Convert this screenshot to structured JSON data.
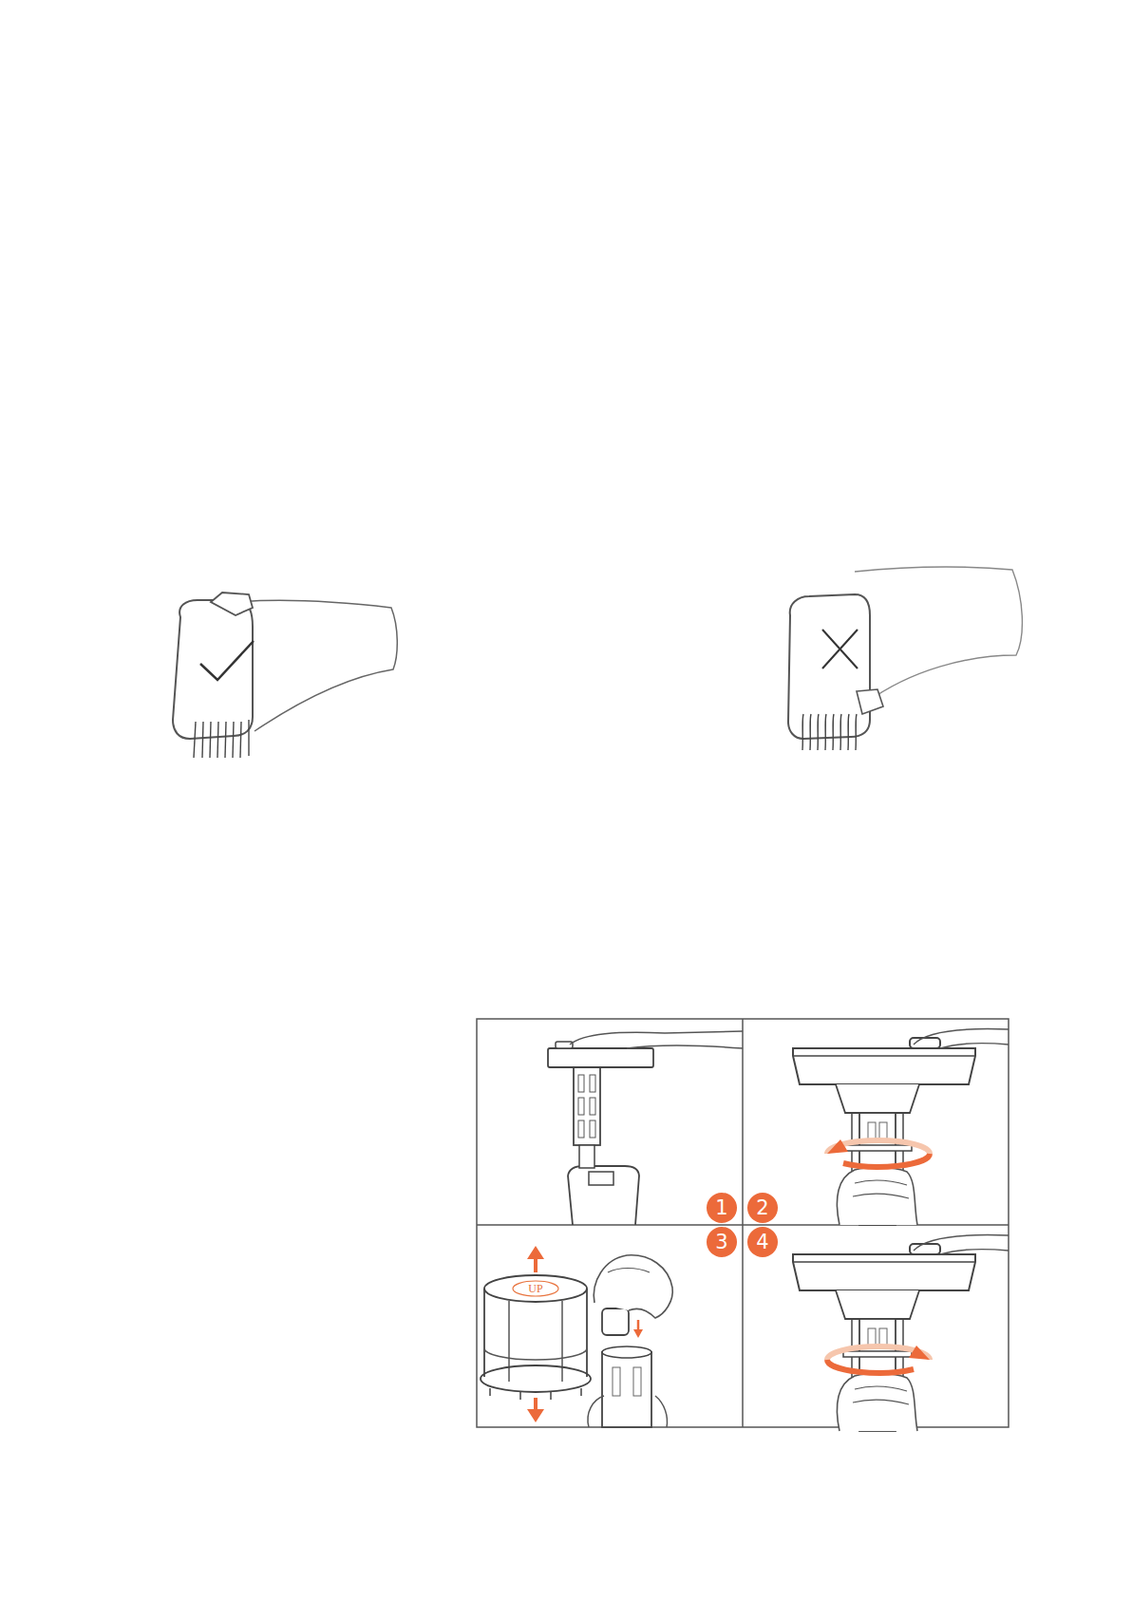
{
  "diagram": {
    "nodes": [
      {
        "text": [
          "1"
        ]
      },
      {
        "text": [
          "2"
        ]
      },
      {
        "text": [
          "3"
        ]
      },
      {
        "text": [
          "4"
        ]
      }
    ],
    "labels": [
      "UP"
    ]
  }
}
